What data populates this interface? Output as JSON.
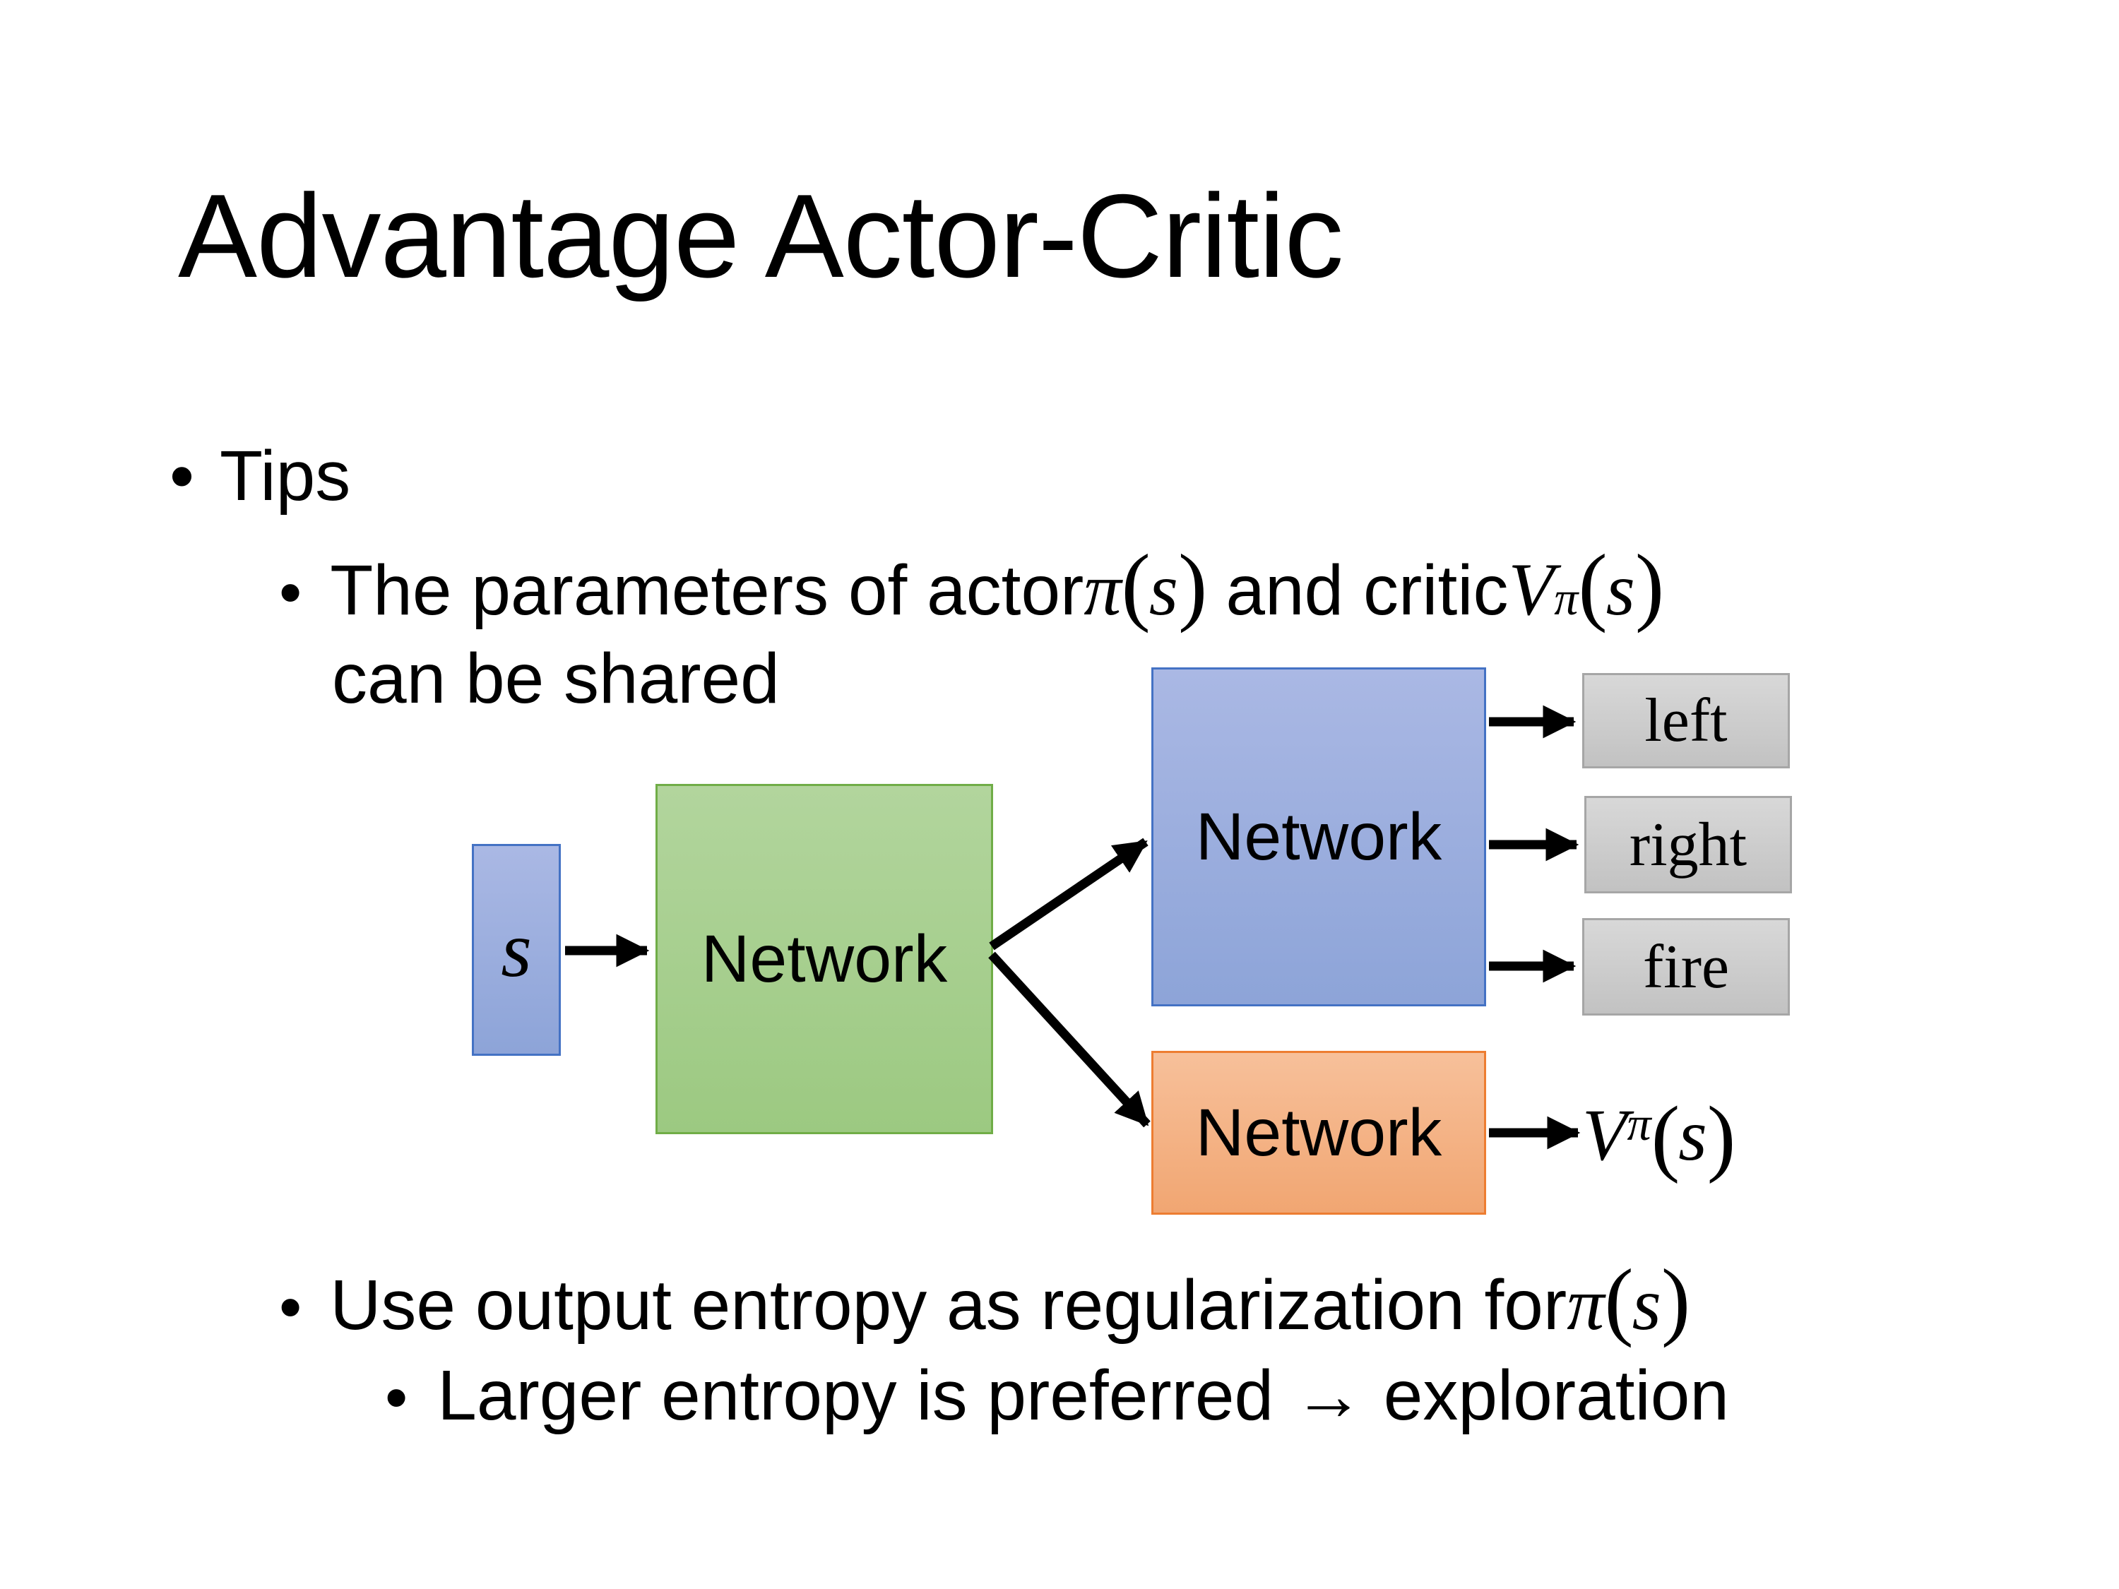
{
  "slide": {
    "title": "Advantage Actor-Critic",
    "bullet_char": "•"
  },
  "bullets": {
    "tips_label": "Tips",
    "tip1_pre": "The parameters of actor ",
    "tip1_mid": "and critic ",
    "tip1_line2": "can be shared",
    "tip2_pre": "Use output entropy as regularization for ",
    "tip3_text": "Larger entropy is preferred → exploration"
  },
  "math": {
    "pi": "π",
    "s": "s",
    "V": "V",
    "lparen": "(",
    "rparen": ")"
  },
  "diagram": {
    "state_label": "s",
    "shared_network_label": "Network",
    "actor_network_label": "Network",
    "critic_network_label": "Network",
    "action_left": "left",
    "action_right": "right",
    "action_fire": "fire"
  },
  "colors": {
    "background": "#ffffff",
    "text": "#000000",
    "arrow": "#000000",
    "blue_fill_top": "#aab8e4",
    "blue_fill_bottom": "#8da4d8",
    "blue_border": "#4472c4",
    "green_fill_top": "#b2d59d",
    "green_fill_bottom": "#9cc981",
    "green_border": "#70ad47",
    "orange_fill_top": "#f7c09a",
    "orange_fill_bottom": "#f1a672",
    "orange_border": "#ed7d31",
    "gray_fill_top": "#d8d8d8",
    "gray_fill_bottom": "#c2c2c2",
    "gray_border": "#a6a6a6"
  }
}
